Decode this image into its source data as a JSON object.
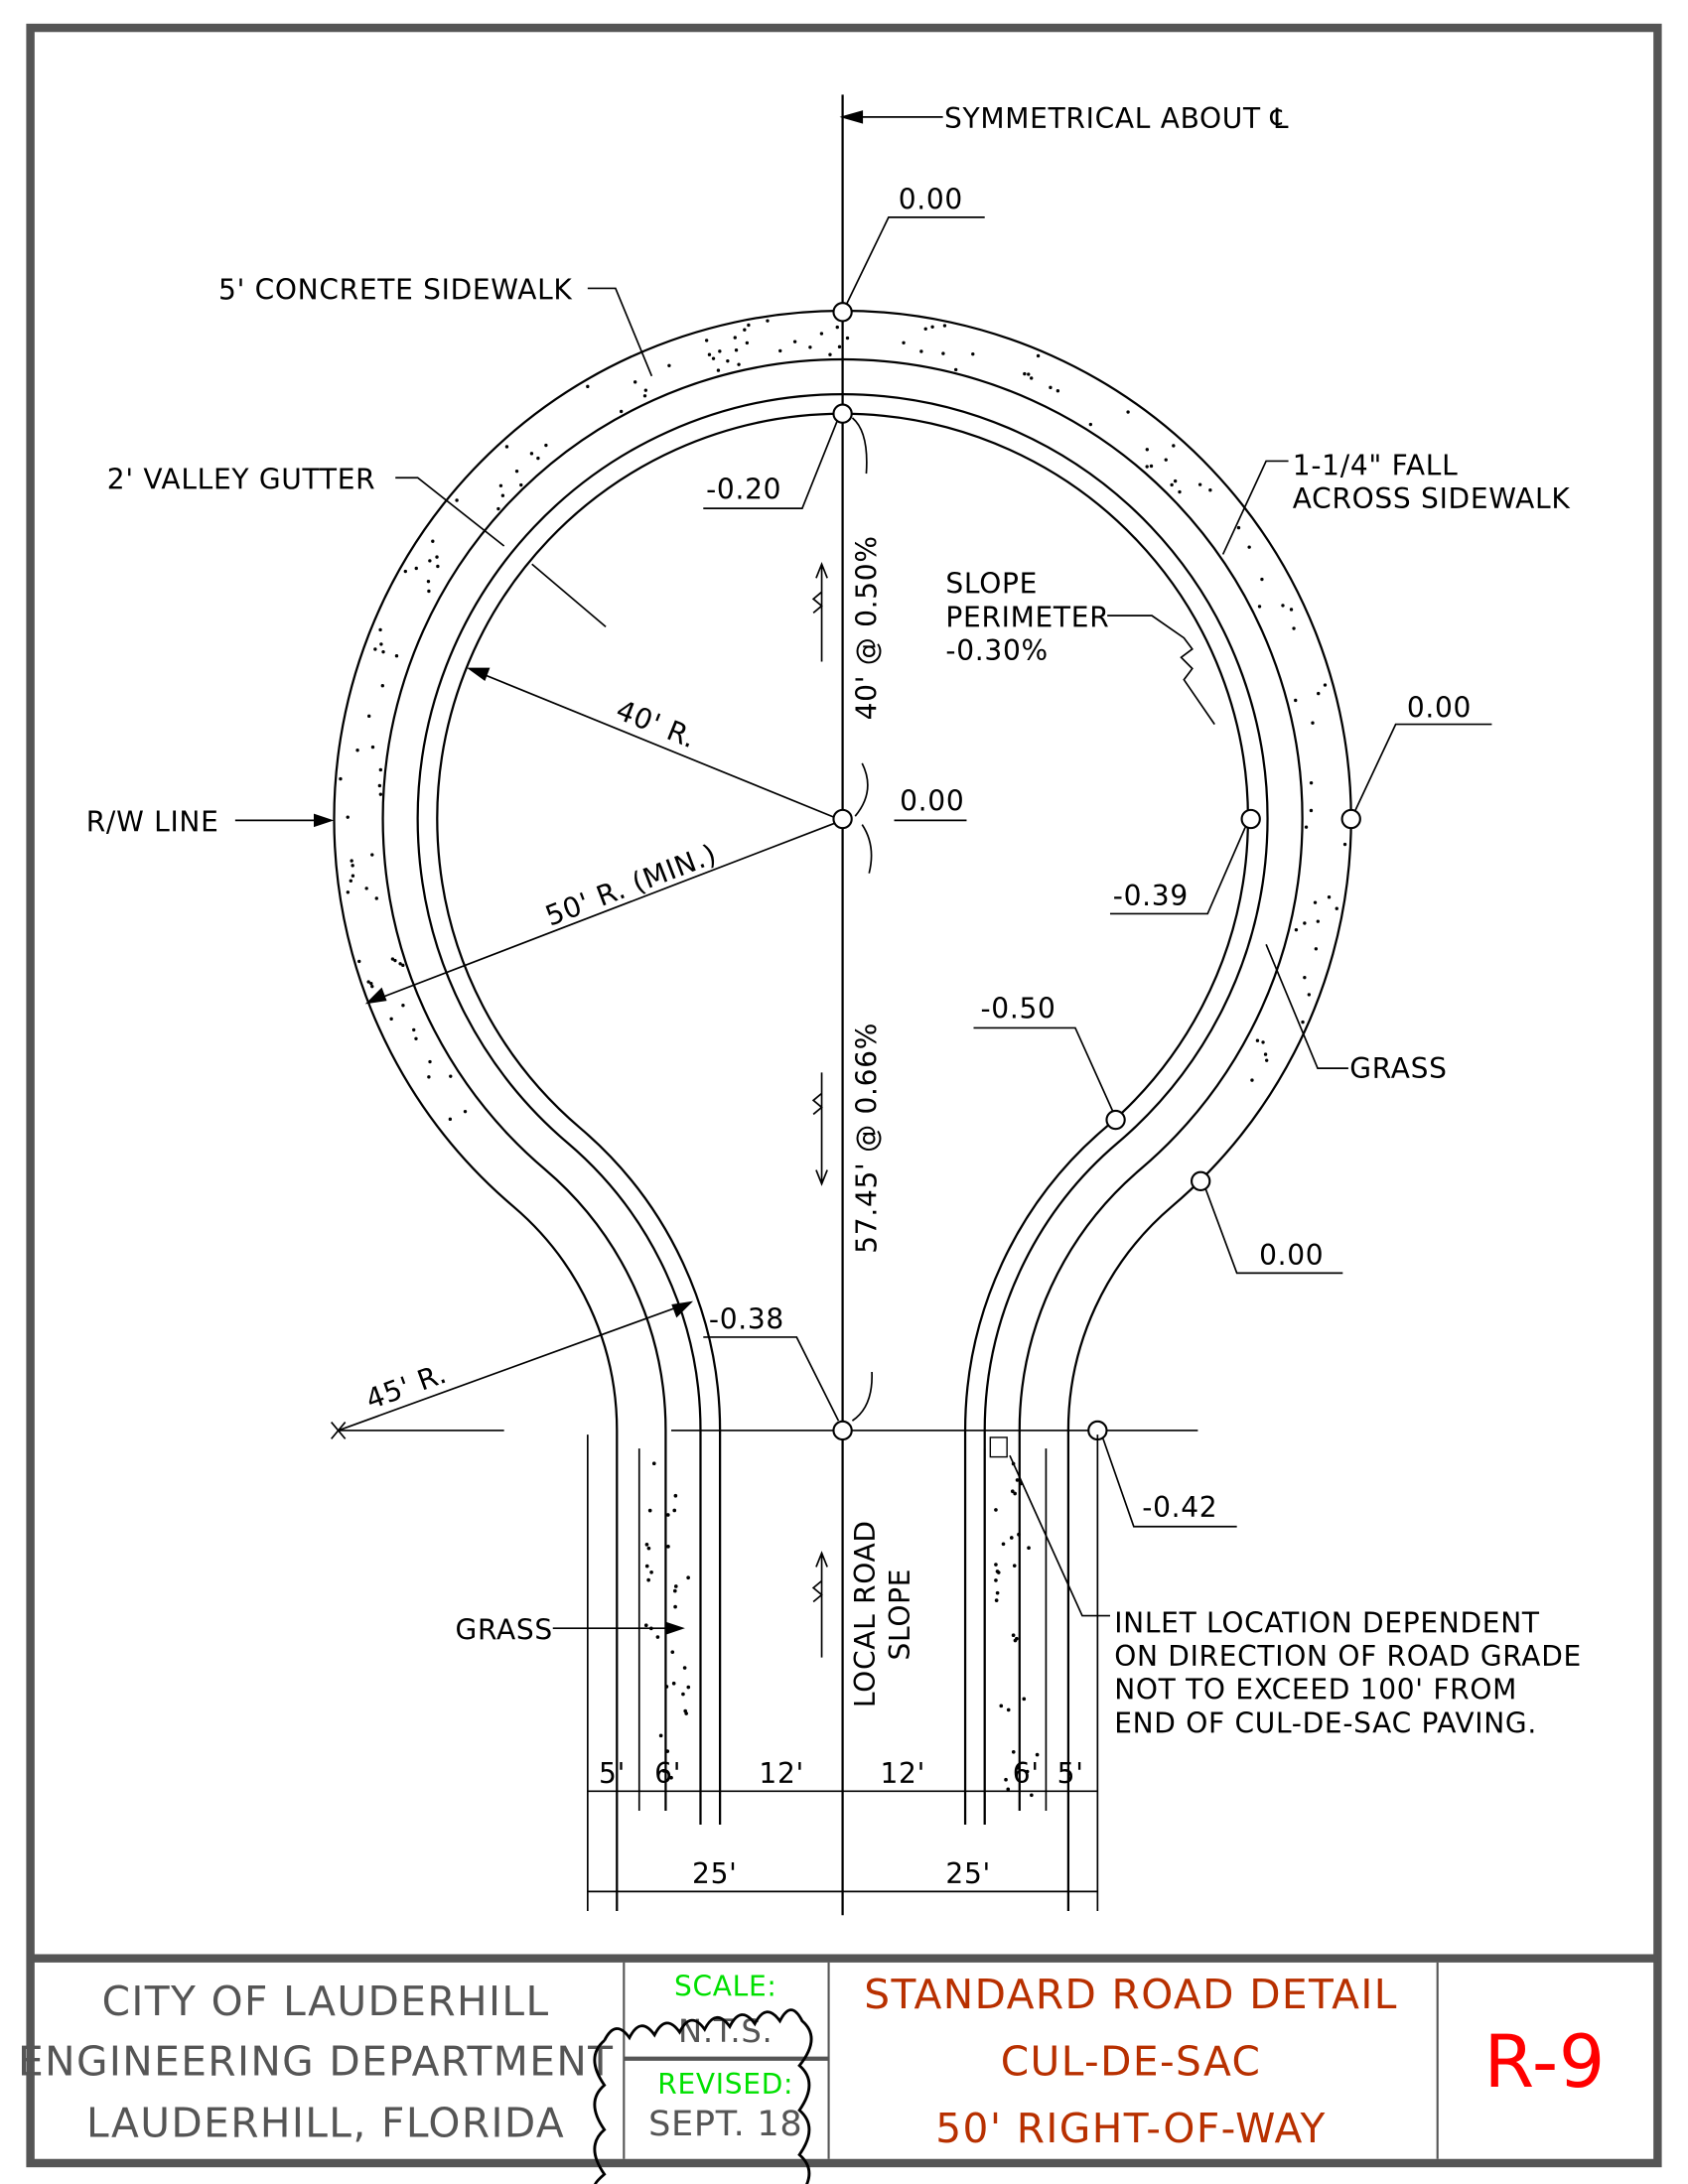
{
  "drawing": {
    "symmetry_note": "SYMMETRICAL ABOUT ℄",
    "labels": {
      "sidewalk": "5' CONCRETE SIDEWALK",
      "valley_gutter": "2' VALLEY GUTTER",
      "rw_line": "R/W LINE",
      "fall": [
        "1-1/4\" FALL",
        "ACROSS SIDEWALK"
      ],
      "slope_perimeter": [
        "SLOPE",
        "PERIMETER",
        "-0.30%"
      ],
      "grass_right": "GRASS",
      "grass_left": "GRASS",
      "inlet": [
        "INLET LOCATION DEPENDENT",
        "ON DIRECTION OF ROAD GRADE",
        "NOT TO EXCEED 100' FROM",
        "END OF CUL-DE-SAC PAVING."
      ],
      "local_road_slope": [
        "LOCAL ROAD",
        "SLOPE"
      ],
      "slope_top": "40' @ 0.50%",
      "slope_bottom": "57.45' @ 0.66%",
      "r40": "40' R.",
      "r50": "50' R. (MIN.)",
      "r45": "45' R."
    },
    "elevations": {
      "top_rw": "0.00",
      "top_pavement": "-0.20",
      "center": "0.00",
      "right_rw": "0.00",
      "right_pavement": "-0.39",
      "transition_pavement": "-0.50",
      "transition_rw": "0.00",
      "pc_center": "-0.38",
      "pc_rw": "-0.42"
    },
    "dimensions": {
      "left": [
        "5'",
        "6'",
        "12'"
      ],
      "right": [
        "12'",
        "6'",
        "5'"
      ],
      "half_left": "25'",
      "half_right": "25'"
    }
  },
  "title_block": {
    "agency": [
      "CITY OF LAUDERHILL",
      "ENGINEERING DEPARTMENT",
      "LAUDERHILL, FLORIDA"
    ],
    "scale_label": "SCALE:",
    "scale_value": "N.T.S.",
    "revised_label": "REVISED:",
    "revised_value": "SEPT. 18",
    "title": [
      "STANDARD ROAD DETAIL",
      "CUL-DE-SAC",
      "50' RIGHT-OF-WAY"
    ],
    "sheet": "R-9",
    "colors": {
      "agency": "#555555",
      "scale": "#00e000",
      "title": "#b83000",
      "sheet": "#ff0000"
    }
  }
}
